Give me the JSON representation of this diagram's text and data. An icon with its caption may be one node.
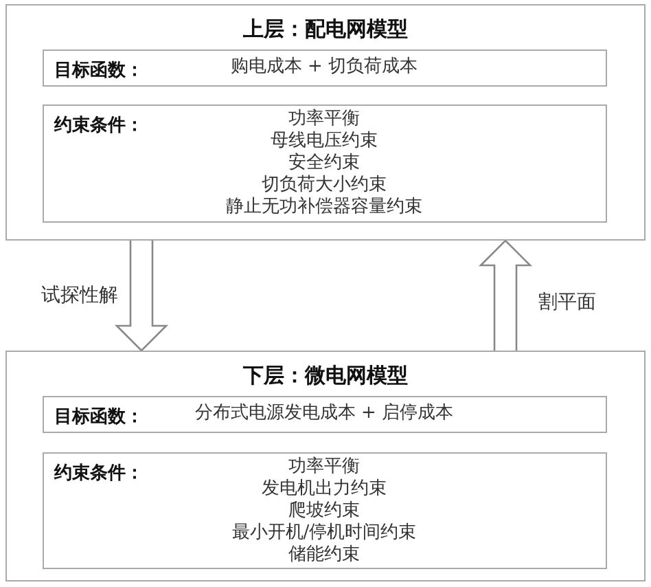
{
  "diagram": {
    "nodes": [
      {
        "text": [
          "上层：配电网模型"
        ]
      },
      {
        "text": [
          "目标函数：",
          "购电成本 + 切负荷成本"
        ],
        "in": 0
      },
      {
        "text": [
          "约束条件：",
          "功率平衡",
          "母线电压约束",
          "安全约束",
          "切负荷大小约束",
          "静止无功补偿器容量约束"
        ],
        "in": 0
      },
      {
        "text": [
          "下层：微电网模型"
        ]
      },
      {
        "text": [
          "目标函数：",
          "分布式电源发电成本 + 启停成本"
        ],
        "in": 3
      },
      {
        "text": [
          "约束条件：",
          "功率平衡",
          "发电机出力约束",
          "爬坡约束",
          "最小开机/停机时间约束",
          "储能约束"
        ],
        "in": 3
      }
    ],
    "edges": [
      {
        "from": 0,
        "to": 3,
        "arrow": "to",
        "label": "试探性解"
      },
      {
        "from": 3,
        "to": 0,
        "arrow": "to",
        "label": "割平面"
      }
    ]
  }
}
